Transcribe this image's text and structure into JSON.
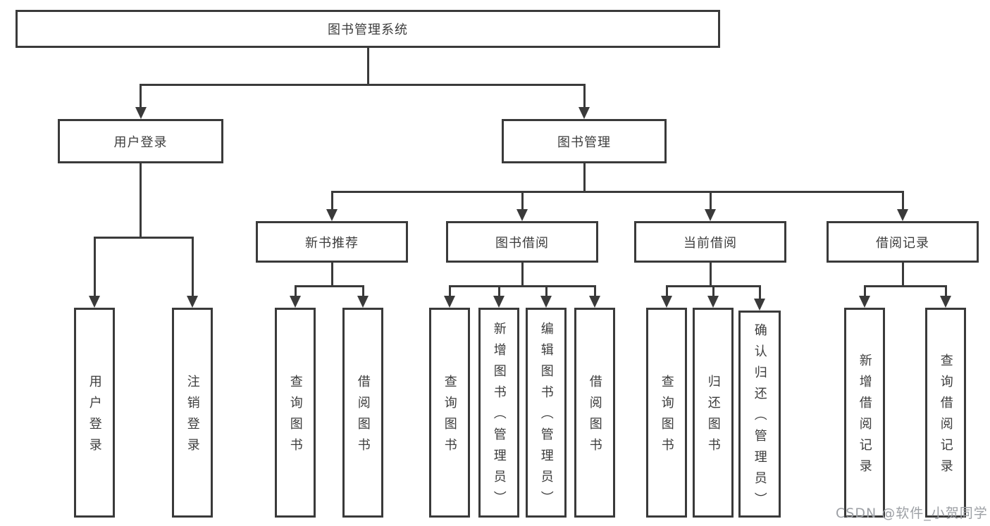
{
  "diagram": {
    "title": "图书管理系统",
    "root": {
      "label": "图书管理系统"
    },
    "branches": [
      {
        "label": "用户登录",
        "children": [
          {
            "label": "用户登录"
          },
          {
            "label": "注销登录"
          }
        ]
      },
      {
        "label": "图书管理",
        "sections": [
          {
            "label": "新书推荐",
            "children": [
              {
                "label": "查询图书"
              },
              {
                "label": "借阅图书"
              }
            ]
          },
          {
            "label": "图书借阅",
            "children": [
              {
                "label": "查询图书"
              },
              {
                "label": "新增图书（管理员）"
              },
              {
                "label": "编辑图书（管理员）"
              },
              {
                "label": "借阅图书"
              }
            ]
          },
          {
            "label": "当前借阅",
            "children": [
              {
                "label": "查询图书"
              },
              {
                "label": "归还图书"
              },
              {
                "label": "确认归还（管理员）"
              }
            ]
          },
          {
            "label": "借阅记录",
            "children": [
              {
                "label": "新增借阅记录"
              },
              {
                "label": "查询借阅记录"
              }
            ]
          }
        ]
      }
    ]
  },
  "watermark": {
    "text": "CSDN @软件_小贺同学",
    "color": "#9da0a5"
  },
  "colors": {
    "line": "#3a3a3a",
    "text": "#3d3d3d",
    "background": "#ffffff"
  }
}
